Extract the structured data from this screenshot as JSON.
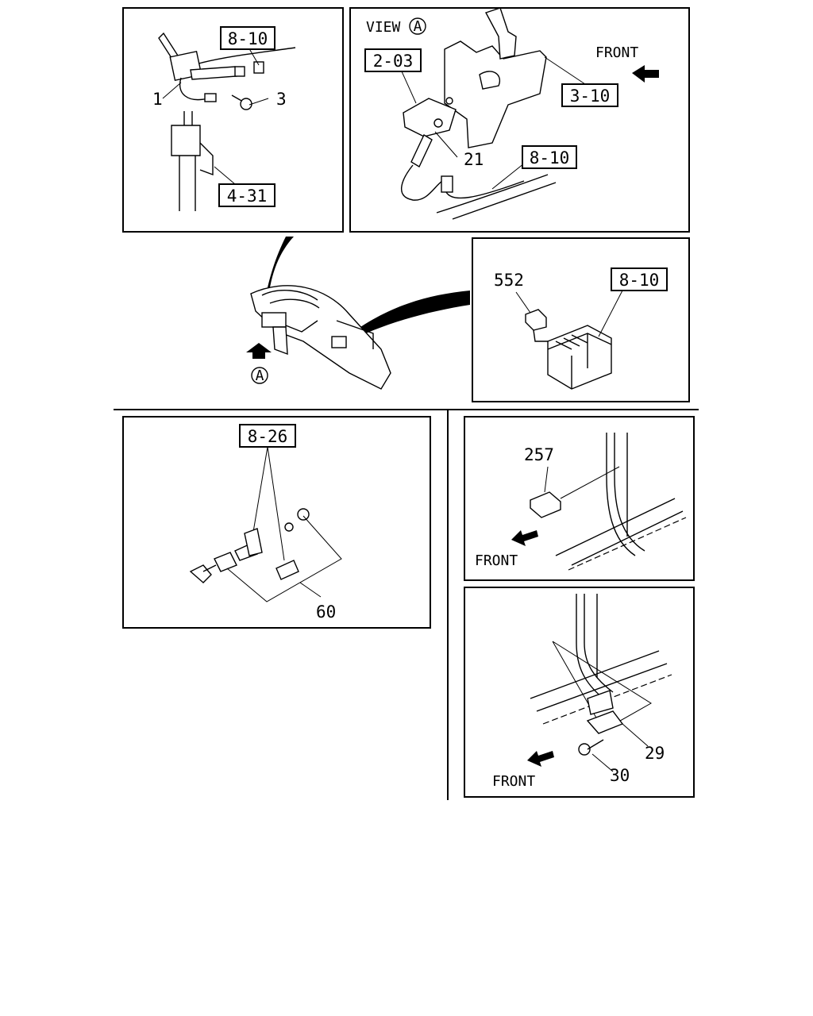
{
  "labels": {
    "p1_ref_8_10": "8-10",
    "p1_num_1": "1",
    "p1_num_3": "3",
    "p1_ref_4_31": "4-31",
    "p2_view": "VIEW",
    "p2_view_circle": "A",
    "p2_ref_2_03": "2-03",
    "p2_front": "FRONT",
    "p2_ref_3_10": "3-10",
    "p2_num_21": "21",
    "p2_ref_8_10": "8-10",
    "p3_num_552": "552",
    "p3_ref_8_10": "8-10",
    "mid_circle": "A",
    "p4_ref_8_26": "8-26",
    "p4_num_60": "60",
    "p5_num_257": "257",
    "p5_front": "FRONT",
    "p6_num_29": "29",
    "p6_num_30": "30",
    "p6_front": "FRONT"
  },
  "icons": [
    "front-arrow-icon",
    "view-arrow-icon",
    "leader-line"
  ]
}
